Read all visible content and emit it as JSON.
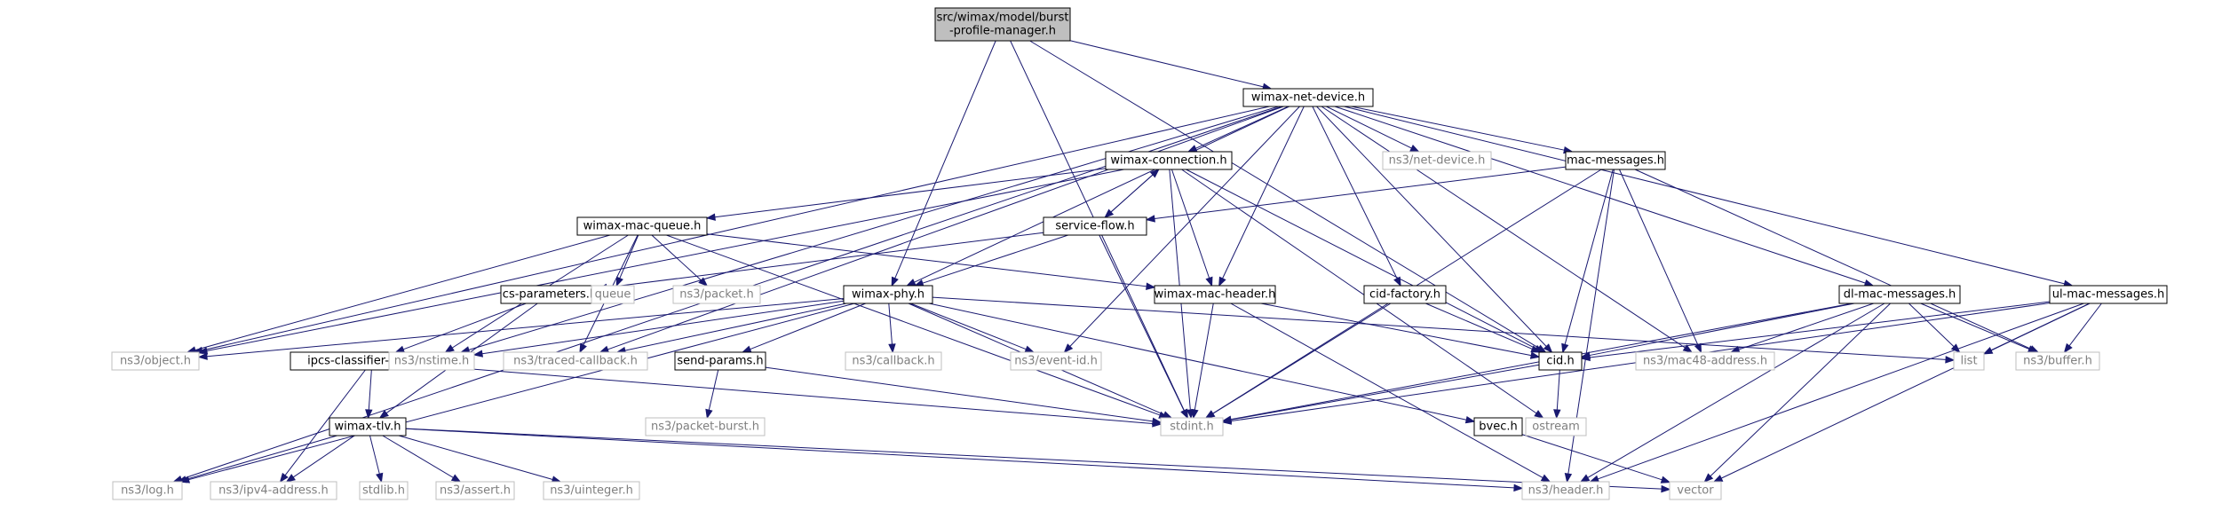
{
  "colors": {
    "edge": "#191970",
    "node_border": "#000000",
    "external_border": "#bfbfbf",
    "root_fill": "#bfbfbf",
    "text": "#000000",
    "external_text": "#7f7f7f"
  },
  "nodes": [
    {
      "id": "root",
      "label": [
        "src/wimax/model/burst",
        "-profile-manager.h"
      ],
      "kind": "root"
    },
    {
      "id": "wimax-net-device",
      "label": [
        "wimax-net-device.h"
      ],
      "kind": "file"
    },
    {
      "id": "wimax-connection",
      "label": [
        "wimax-connection.h"
      ],
      "kind": "file"
    },
    {
      "id": "ns3-net-device",
      "label": [
        "ns3/net-device.h"
      ],
      "kind": "external"
    },
    {
      "id": "mac-messages",
      "label": [
        "mac-messages.h"
      ],
      "kind": "file"
    },
    {
      "id": "wimax-mac-queue",
      "label": [
        "wimax-mac-queue.h"
      ],
      "kind": "file"
    },
    {
      "id": "service-flow",
      "label": [
        "service-flow.h"
      ],
      "kind": "file"
    },
    {
      "id": "cs-parameters",
      "label": [
        "cs-parameters.h"
      ],
      "kind": "file"
    },
    {
      "id": "queue",
      "label": [
        "queue"
      ],
      "kind": "external"
    },
    {
      "id": "ns3-packet",
      "label": [
        "ns3/packet.h"
      ],
      "kind": "external"
    },
    {
      "id": "wimax-phy",
      "label": [
        "wimax-phy.h"
      ],
      "kind": "file"
    },
    {
      "id": "wimax-mac-header",
      "label": [
        "wimax-mac-header.h"
      ],
      "kind": "file"
    },
    {
      "id": "cid-factory",
      "label": [
        "cid-factory.h"
      ],
      "kind": "file"
    },
    {
      "id": "dl-mac-messages",
      "label": [
        "dl-mac-messages.h"
      ],
      "kind": "file"
    },
    {
      "id": "ul-mac-messages",
      "label": [
        "ul-mac-messages.h"
      ],
      "kind": "file"
    },
    {
      "id": "ns3-object",
      "label": [
        "ns3/object.h"
      ],
      "kind": "external"
    },
    {
      "id": "ipcs-classifier-record",
      "label": [
        "ipcs-classifier-record.h"
      ],
      "kind": "file"
    },
    {
      "id": "ns3-nstime",
      "label": [
        "ns3/nstime.h"
      ],
      "kind": "external"
    },
    {
      "id": "ns3-traced-callback",
      "label": [
        "ns3/traced-callback.h"
      ],
      "kind": "external"
    },
    {
      "id": "send-params",
      "label": [
        "send-params.h"
      ],
      "kind": "file"
    },
    {
      "id": "ns3-callback",
      "label": [
        "ns3/callback.h"
      ],
      "kind": "external"
    },
    {
      "id": "ns3-event-id",
      "label": [
        "ns3/event-id.h"
      ],
      "kind": "external"
    },
    {
      "id": "cid",
      "label": [
        "cid.h"
      ],
      "kind": "file"
    },
    {
      "id": "ns3-mac48-address",
      "label": [
        "ns3/mac48-address.h"
      ],
      "kind": "external"
    },
    {
      "id": "list",
      "label": [
        "list"
      ],
      "kind": "external"
    },
    {
      "id": "ns3-buffer",
      "label": [
        "ns3/buffer.h"
      ],
      "kind": "external"
    },
    {
      "id": "wimax-tlv",
      "label": [
        "wimax-tlv.h"
      ],
      "kind": "file"
    },
    {
      "id": "ns3-packet-burst",
      "label": [
        "ns3/packet-burst.h"
      ],
      "kind": "external"
    },
    {
      "id": "stdint",
      "label": [
        "stdint.h"
      ],
      "kind": "external"
    },
    {
      "id": "bvec",
      "label": [
        "bvec.h"
      ],
      "kind": "file"
    },
    {
      "id": "ostream",
      "label": [
        "ostream"
      ],
      "kind": "external"
    },
    {
      "id": "ns3-log",
      "label": [
        "ns3/log.h"
      ],
      "kind": "external"
    },
    {
      "id": "ns3-ipv4-address",
      "label": [
        "ns3/ipv4-address.h"
      ],
      "kind": "external"
    },
    {
      "id": "stdlib",
      "label": [
        "stdlib.h"
      ],
      "kind": "external"
    },
    {
      "id": "ns3-assert",
      "label": [
        "ns3/assert.h"
      ],
      "kind": "external"
    },
    {
      "id": "ns3-uinteger",
      "label": [
        "ns3/uinteger.h"
      ],
      "kind": "external"
    },
    {
      "id": "ns3-header",
      "label": [
        "ns3/header.h"
      ],
      "kind": "external"
    },
    {
      "id": "vector",
      "label": [
        "vector"
      ],
      "kind": "external"
    }
  ],
  "edges": [
    [
      "root",
      "wimax-net-device"
    ],
    [
      "root",
      "wimax-phy"
    ],
    [
      "root",
      "cid"
    ],
    [
      "root",
      "stdint"
    ],
    [
      "wimax-net-device",
      "wimax-connection"
    ],
    [
      "wimax-net-device",
      "ns3-net-device"
    ],
    [
      "wimax-net-device",
      "mac-messages"
    ],
    [
      "wimax-net-device",
      "wimax-phy"
    ],
    [
      "wimax-net-device",
      "wimax-mac-header"
    ],
    [
      "wimax-net-device",
      "cid-factory"
    ],
    [
      "wimax-net-device",
      "dl-mac-messages"
    ],
    [
      "wimax-net-device",
      "ul-mac-messages"
    ],
    [
      "wimax-net-device",
      "ns3-object"
    ],
    [
      "wimax-net-device",
      "ns3-nstime"
    ],
    [
      "wimax-net-device",
      "ns3-traced-callback"
    ],
    [
      "wimax-net-device",
      "ns3-event-id"
    ],
    [
      "wimax-net-device",
      "cid"
    ],
    [
      "wimax-net-device",
      "ns3-mac48-address"
    ],
    [
      "wimax-net-device",
      "ns3-log"
    ],
    [
      "wimax-connection",
      "wimax-mac-queue"
    ],
    [
      "wimax-connection",
      "service-flow"
    ],
    [
      "wimax-connection",
      "wimax-mac-header"
    ],
    [
      "wimax-connection",
      "ns3-object"
    ],
    [
      "wimax-connection",
      "cid"
    ],
    [
      "wimax-connection",
      "stdint"
    ],
    [
      "wimax-connection",
      "ostream"
    ],
    [
      "service-flow",
      "wimax-connection"
    ],
    [
      "service-flow",
      "wimax-phy"
    ],
    [
      "service-flow",
      "cs-parameters"
    ],
    [
      "service-flow",
      "stdint"
    ],
    [
      "mac-messages",
      "service-flow"
    ],
    [
      "mac-messages",
      "cid"
    ],
    [
      "mac-messages",
      "ns3-mac48-address"
    ],
    [
      "mac-messages",
      "ns3-buffer"
    ],
    [
      "mac-messages",
      "ns3-header"
    ],
    [
      "mac-messages",
      "stdint"
    ],
    [
      "wimax-mac-queue",
      "queue"
    ],
    [
      "wimax-mac-queue",
      "ns3-packet"
    ],
    [
      "wimax-mac-queue",
      "ns3-object"
    ],
    [
      "wimax-mac-queue",
      "ns3-nstime"
    ],
    [
      "wimax-mac-queue",
      "ns3-traced-callback"
    ],
    [
      "wimax-mac-queue",
      "wimax-mac-header"
    ],
    [
      "wimax-mac-queue",
      "stdint"
    ],
    [
      "cs-parameters",
      "ipcs-classifier-record"
    ],
    [
      "cs-parameters",
      "wimax-tlv"
    ],
    [
      "ipcs-classifier-record",
      "wimax-tlv"
    ],
    [
      "ipcs-classifier-record",
      "ns3-ipv4-address"
    ],
    [
      "ipcs-classifier-record",
      "stdint"
    ],
    [
      "wimax-phy",
      "ns3-object"
    ],
    [
      "wimax-phy",
      "ns3-nstime"
    ],
    [
      "wimax-phy",
      "ns3-traced-callback"
    ],
    [
      "wimax-phy",
      "send-params"
    ],
    [
      "wimax-phy",
      "ns3-callback"
    ],
    [
      "wimax-phy",
      "ns3-event-id"
    ],
    [
      "wimax-phy",
      "stdint"
    ],
    [
      "wimax-phy",
      "bvec"
    ],
    [
      "wimax-phy",
      "list"
    ],
    [
      "wimax-phy",
      "ns3-log"
    ],
    [
      "send-params",
      "ns3-packet-burst"
    ],
    [
      "send-params",
      "stdint"
    ],
    [
      "wimax-mac-header",
      "cid"
    ],
    [
      "wimax-mac-header",
      "stdint"
    ],
    [
      "wimax-mac-header",
      "ns3-header"
    ],
    [
      "cid-factory",
      "cid"
    ],
    [
      "cid-factory",
      "stdint"
    ],
    [
      "cid",
      "stdint"
    ],
    [
      "cid",
      "ostream"
    ],
    [
      "dl-mac-messages",
      "cid"
    ],
    [
      "dl-mac-messages",
      "ns3-mac48-address"
    ],
    [
      "dl-mac-messages",
      "list"
    ],
    [
      "dl-mac-messages",
      "ns3-buffer"
    ],
    [
      "dl-mac-messages",
      "stdint"
    ],
    [
      "dl-mac-messages",
      "vector"
    ],
    [
      "dl-mac-messages",
      "ns3-header"
    ],
    [
      "ul-mac-messages",
      "cid"
    ],
    [
      "ul-mac-messages",
      "list"
    ],
    [
      "ul-mac-messages",
      "ns3-buffer"
    ],
    [
      "ul-mac-messages",
      "stdint"
    ],
    [
      "ul-mac-messages",
      "vector"
    ],
    [
      "ul-mac-messages",
      "ns3-header"
    ],
    [
      "wimax-tlv",
      "ns3-log"
    ],
    [
      "wimax-tlv",
      "ns3-ipv4-address"
    ],
    [
      "wimax-tlv",
      "stdlib"
    ],
    [
      "wimax-tlv",
      "ns3-assert"
    ],
    [
      "wimax-tlv",
      "ns3-uinteger"
    ],
    [
      "wimax-tlv",
      "ns3-header"
    ],
    [
      "wimax-tlv",
      "vector"
    ],
    [
      "bvec",
      "vector"
    ]
  ]
}
